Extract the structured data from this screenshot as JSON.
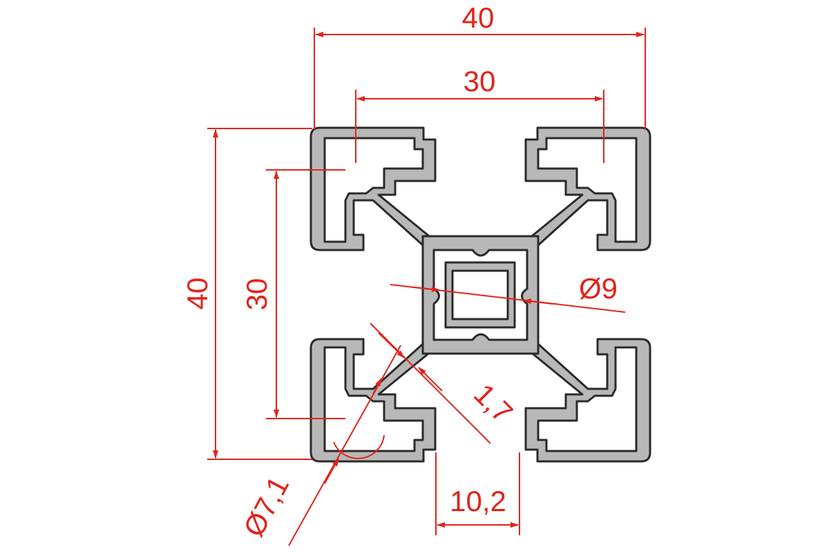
{
  "colors": {
    "dimension": "#e2231a",
    "profile_fill": "#b8b8b8",
    "profile_outline": "#2a2a2a",
    "background": "#ffffff"
  },
  "dimensions": {
    "overall_width": "40",
    "slot_pitch_horizontal": "30",
    "overall_height": "40",
    "slot_pitch_vertical": "30",
    "core_bore_diameter": "Ø9",
    "web_thickness": "1,7",
    "slot_opening_width": "10,2",
    "corner_bore_diameter": "Ø7,1"
  }
}
